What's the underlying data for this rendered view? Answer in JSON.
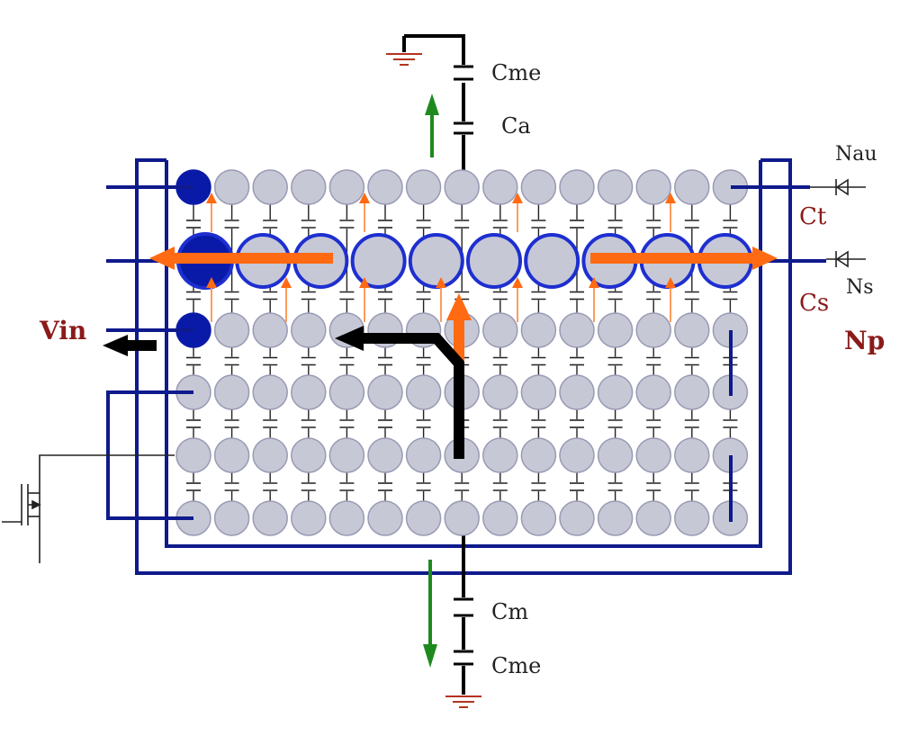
{
  "labels": {
    "cme_top": "Cme",
    "ca": "Ca",
    "nau": "Nau",
    "ct": "Ct",
    "ns": "Ns",
    "cs": "Cs",
    "np": "Np",
    "vin": "Vin",
    "cm": "Cm",
    "cme_bottom": "Cme"
  },
  "grid": {
    "columns": 15,
    "rows": 6,
    "large_row": 2,
    "large_row_columns": 10
  },
  "colors": {
    "background": "#ffffff",
    "wire": "#0f1a8c",
    "cell_fill": "#c6c8d6",
    "cell_stroke": "#9a9ab4",
    "highlight_node": "#0a1aa8",
    "large_cell_stroke": "#1e2fd0",
    "orange": "#ff6a13",
    "orange_light": "#ff9b5c",
    "black": "#000000",
    "green": "#1e8a1e",
    "ground": "#b5331e",
    "label_dark_red": "#8b1a1a",
    "label_gray": "#222222"
  }
}
